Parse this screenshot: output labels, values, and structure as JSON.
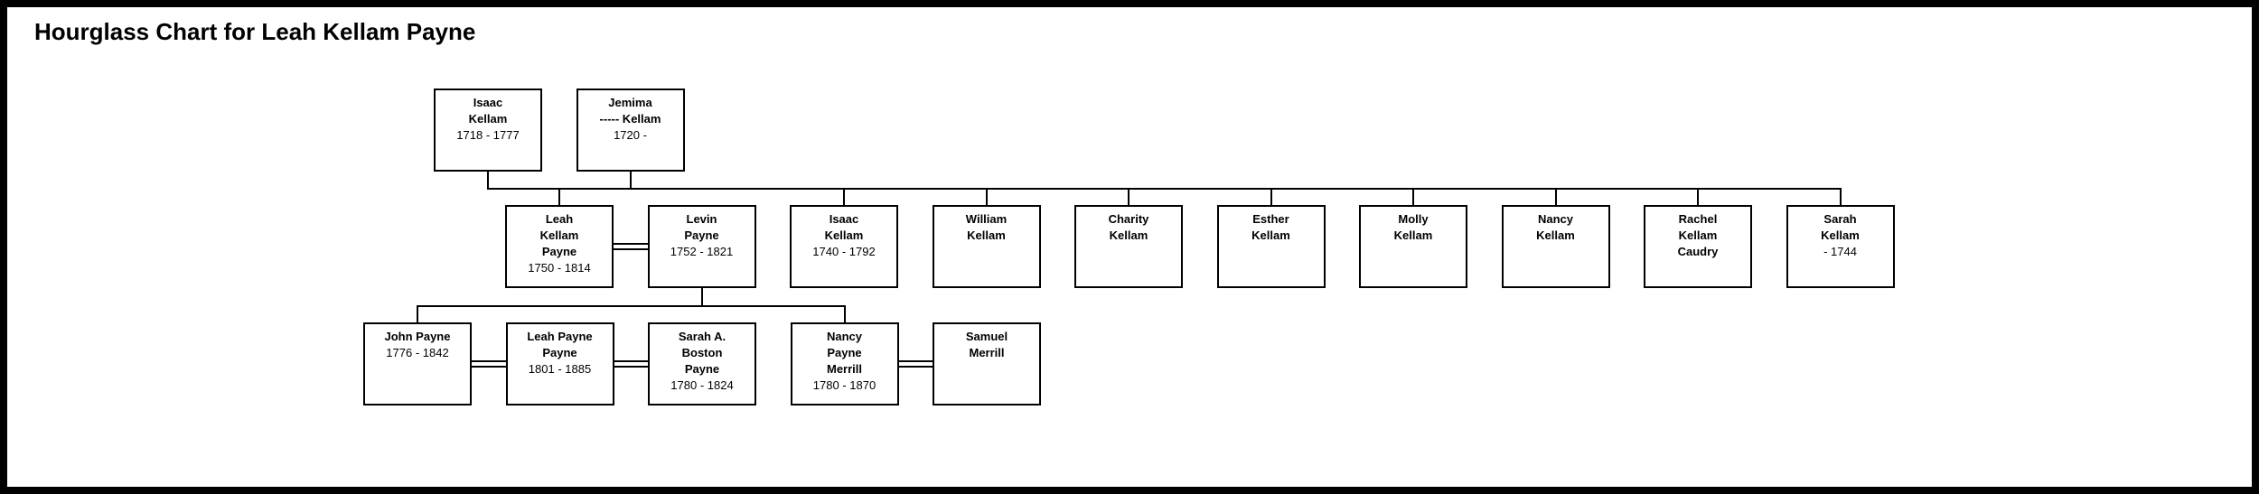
{
  "title": "Hourglass Chart for Leah Kellam Payne",
  "colors": {
    "background": "#ffffff",
    "line": "#000000",
    "text": "#000000"
  },
  "chart": {
    "type": "hourglass-family-tree",
    "focus_person": "Leah Kellam Payne",
    "generations": [
      {
        "label": "parents",
        "persons": [
          {
            "col": 0,
            "name_lines": [
              "Isaac",
              "Kellam"
            ],
            "dates": "1718 - 1777"
          },
          {
            "col": 1,
            "name_lines": [
              "Jemima",
              "----- Kellam"
            ],
            "dates": "1720 -"
          }
        ]
      },
      {
        "label": "focus-person-and-siblings",
        "persons": [
          {
            "col": 0,
            "name_lines": [
              "Leah",
              "Kellam",
              "Payne"
            ],
            "dates": "1750 - 1814"
          },
          {
            "col": 1,
            "name_lines": [
              "Levin",
              "Payne"
            ],
            "dates": "1752 - 1821"
          },
          {
            "col": 2,
            "name_lines": [
              "Isaac",
              "Kellam"
            ],
            "dates": "1740 - 1792"
          },
          {
            "col": 3,
            "name_lines": [
              "William",
              "Kellam"
            ],
            "dates": ""
          },
          {
            "col": 4,
            "name_lines": [
              "Charity",
              "Kellam"
            ],
            "dates": ""
          },
          {
            "col": 5,
            "name_lines": [
              "Esther",
              "Kellam"
            ],
            "dates": ""
          },
          {
            "col": 6,
            "name_lines": [
              "Molly",
              "Kellam"
            ],
            "dates": ""
          },
          {
            "col": 7,
            "name_lines": [
              "Nancy",
              "Kellam"
            ],
            "dates": ""
          },
          {
            "col": 8,
            "name_lines": [
              "Rachel",
              "Kellam",
              "Caudry"
            ],
            "dates": ""
          },
          {
            "col": 9,
            "name_lines": [
              "Sarah",
              "Kellam"
            ],
            "dates": "- 1744"
          }
        ]
      },
      {
        "label": "children-and-their-spouses",
        "persons": [
          {
            "col": 0,
            "name_lines": [
              "John Payne"
            ],
            "dates": "1776 - 1842"
          },
          {
            "col": 1,
            "name_lines": [
              "Leah Payne",
              "Payne"
            ],
            "dates": "1801 - 1885"
          },
          {
            "col": 2,
            "name_lines": [
              "Sarah A.",
              "Boston",
              "Payne"
            ],
            "dates": "1780 - 1824"
          },
          {
            "col": 3,
            "name_lines": [
              "Nancy",
              "Payne",
              "Merrill"
            ],
            "dates": "1780 - 1870"
          },
          {
            "col": 4,
            "name_lines": [
              "Samuel",
              "Merrill"
            ],
            "dates": ""
          }
        ]
      }
    ],
    "marriages": [
      {
        "generation": 1,
        "between": [
          0,
          1
        ]
      },
      {
        "generation": 2,
        "between": [
          0,
          1
        ]
      },
      {
        "generation": 2,
        "between": [
          1,
          2
        ]
      },
      {
        "generation": 2,
        "between": [
          3,
          4
        ]
      }
    ],
    "descent_bars": [
      {
        "parents": {
          "generation": 0,
          "cols": [
            0,
            1
          ]
        },
        "children": {
          "generation": 1,
          "cols": [
            0,
            2,
            3,
            4,
            5,
            6,
            7,
            8,
            9
          ]
        }
      },
      {
        "parents": {
          "generation": 1,
          "cols": [
            1
          ]
        },
        "children": {
          "generation": 2,
          "cols": [
            0,
            3
          ]
        }
      }
    ]
  }
}
